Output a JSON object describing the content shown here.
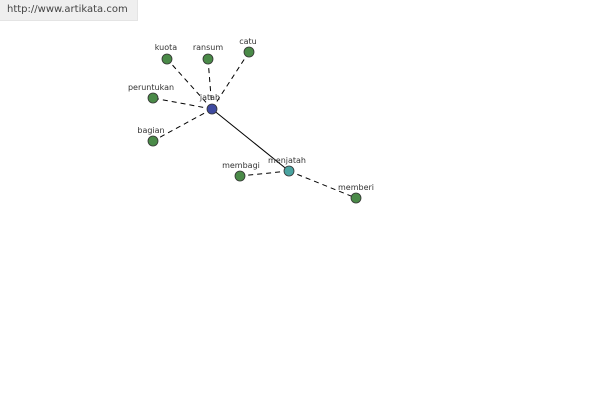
{
  "source_url": "http://www.artikata.com",
  "graph": {
    "colors": {
      "root": "#3f4aa0",
      "hub": "#4aa3a0",
      "leaf": "#4a8a48",
      "node_stroke": "#333333",
      "edge": "#000000"
    },
    "nodes": [
      {
        "id": "jatah",
        "label": "jatah",
        "kind": "root"
      },
      {
        "id": "kuota",
        "label": "kuota",
        "kind": "leaf"
      },
      {
        "id": "ransum",
        "label": "ransum",
        "kind": "leaf"
      },
      {
        "id": "catu",
        "label": "catu",
        "kind": "leaf"
      },
      {
        "id": "peruntukan",
        "label": "peruntukan",
        "kind": "leaf"
      },
      {
        "id": "bagian",
        "label": "bagian",
        "kind": "leaf"
      },
      {
        "id": "menjatah",
        "label": "menjatah",
        "kind": "hub"
      },
      {
        "id": "membagi",
        "label": "membagi",
        "kind": "leaf"
      },
      {
        "id": "memberi",
        "label": "memberi",
        "kind": "leaf"
      }
    ],
    "edges": [
      {
        "from": "jatah",
        "to": "kuota",
        "style": "dashed"
      },
      {
        "from": "jatah",
        "to": "ransum",
        "style": "dashed"
      },
      {
        "from": "jatah",
        "to": "catu",
        "style": "dashed"
      },
      {
        "from": "jatah",
        "to": "peruntukan",
        "style": "dashed"
      },
      {
        "from": "jatah",
        "to": "bagian",
        "style": "dashed"
      },
      {
        "from": "jatah",
        "to": "menjatah",
        "style": "solid"
      },
      {
        "from": "menjatah",
        "to": "membagi",
        "style": "dashed"
      },
      {
        "from": "menjatah",
        "to": "memberi",
        "style": "dashed"
      }
    ]
  }
}
